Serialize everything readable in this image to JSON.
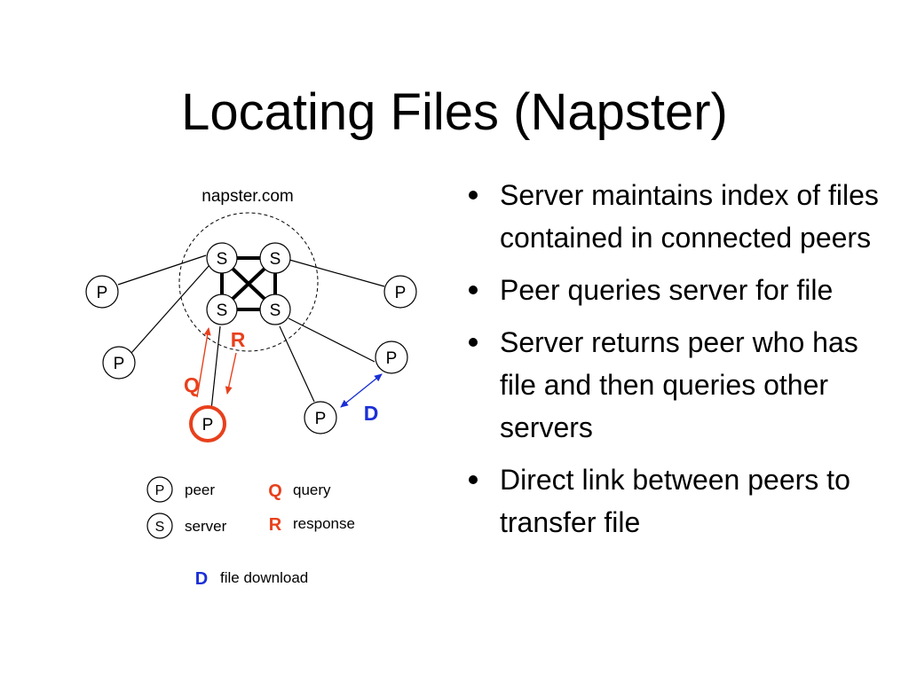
{
  "slide": {
    "title": "Locating Files (Napster)"
  },
  "diagram": {
    "server_cluster_label": "napster.com",
    "server_node_label": "S",
    "peer_node_label": "P",
    "query_marker": "Q",
    "response_marker": "R",
    "download_marker": "D",
    "colors": {
      "query_response": "#e8401c",
      "download": "#1a2fd6",
      "lines": "#000000",
      "node_fill": "#ffffff"
    }
  },
  "legend": {
    "peer_symbol": "P",
    "peer_text": "peer",
    "server_symbol": "S",
    "server_text": "server",
    "query_symbol": "Q",
    "query_text": "query",
    "response_symbol": "R",
    "response_text": "response",
    "download_symbol": "D",
    "download_text": "file download"
  },
  "bullets": [
    "Server maintains index of files contained in connected peers",
    "Peer queries server for file",
    "Server returns peer who has file and then queries other servers",
    "Direct link between peers to transfer file"
  ]
}
